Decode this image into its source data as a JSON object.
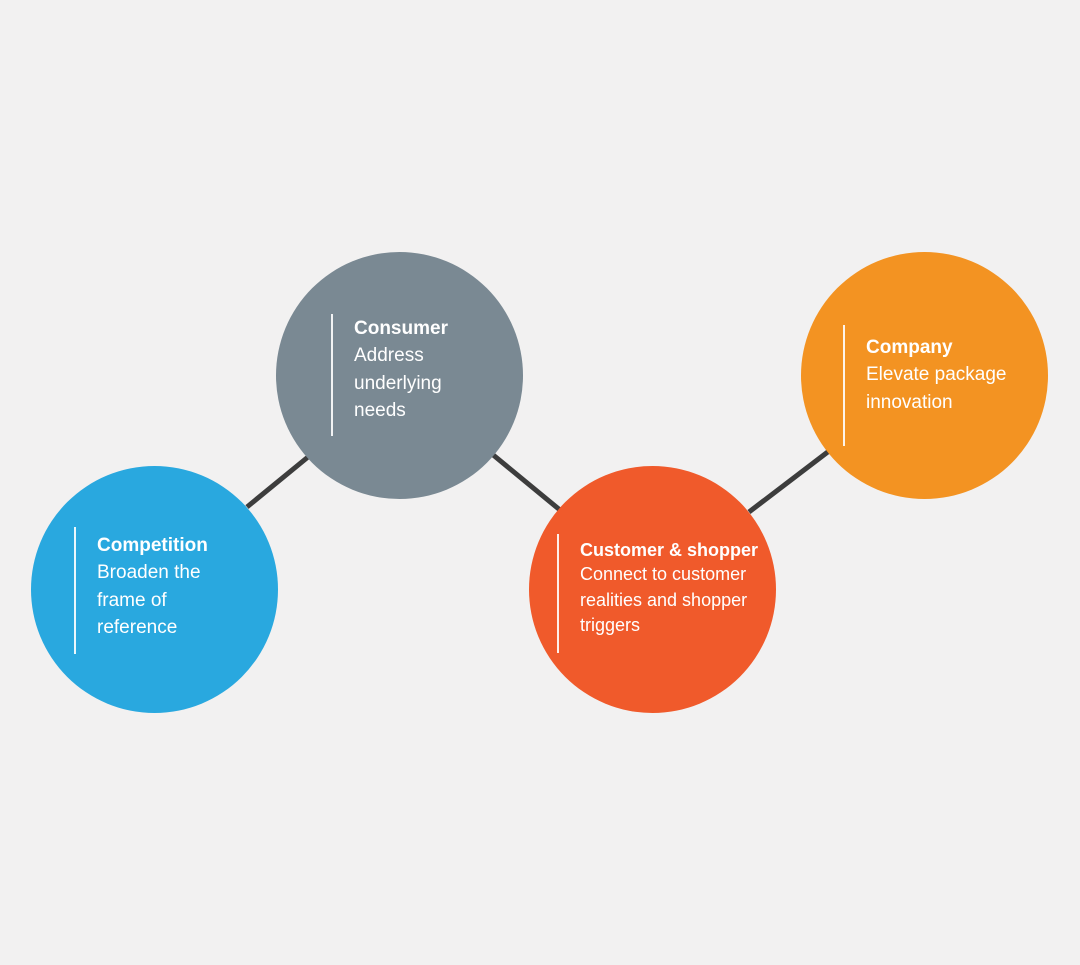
{
  "nodes": [
    {
      "title": "Competition",
      "description": "Broaden the frame of reference",
      "color": "#29a8df"
    },
    {
      "title": "Consumer",
      "description": "Address underlying needs",
      "color": "#7a8993"
    },
    {
      "title": "Customer & shopper",
      "description": "Connect to customer realities and shopper triggers",
      "color": "#f05a2b"
    },
    {
      "title": "Company",
      "description": "Elevate package innovation",
      "color": "#f39322"
    }
  ],
  "connections": [
    [
      "Competition",
      "Consumer"
    ],
    [
      "Consumer",
      "Customer & shopper"
    ],
    [
      "Customer & shopper",
      "Company"
    ]
  ],
  "connector_color": "#3d3d3d"
}
